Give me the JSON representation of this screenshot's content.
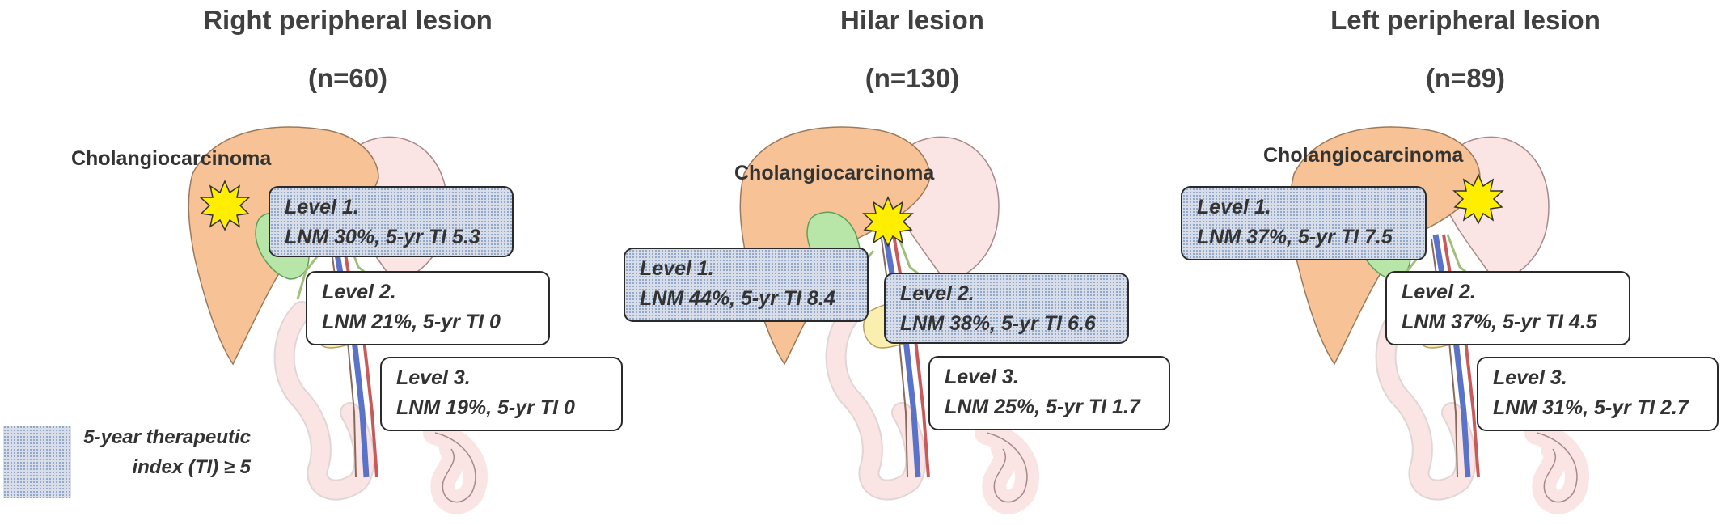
{
  "panels": [
    {
      "title": "Right peripheral lesion",
      "count": "(n=60)",
      "tumor_label": "Cholangiocarcinoma",
      "levels": [
        {
          "name": "Level 1.",
          "stats": "LNM 30%, 5-yr TI 5.3",
          "highlighted": true
        },
        {
          "name": "Level 2.",
          "stats": "LNM 21%, 5-yr TI 0",
          "highlighted": false
        },
        {
          "name": "Level 3.",
          "stats": "LNM 19%, 5-yr TI 0",
          "highlighted": false
        }
      ]
    },
    {
      "title": "Hilar lesion",
      "count": "(n=130)",
      "tumor_label": "Cholangiocarcinoma",
      "levels": [
        {
          "name": "Level 1.",
          "stats": "LNM 44%, 5-yr TI 8.4",
          "highlighted": true
        },
        {
          "name": "Level 2.",
          "stats": "LNM 38%, 5-yr TI 6.6",
          "highlighted": true
        },
        {
          "name": "Level 3.",
          "stats": "LNM 25%, 5-yr TI 1.7",
          "highlighted": false
        }
      ]
    },
    {
      "title": "Left peripheral lesion",
      "count": "(n=89)",
      "tumor_label": "Cholangiocarcinoma",
      "levels": [
        {
          "name": "Level 1.",
          "stats": "LNM 37%, 5-yr TI 7.5",
          "highlighted": true
        },
        {
          "name": "Level 2.",
          "stats": "LNM 37%, 5-yr TI 4.5",
          "highlighted": false
        },
        {
          "name": "Level 3.",
          "stats": "LNM 31%, 5-yr TI 2.7",
          "highlighted": false
        }
      ]
    }
  ],
  "legend": {
    "line1": "5-year therapeutic",
    "line2": "index (TI) ≥ 5"
  },
  "colors": {
    "liver": "#f7c396",
    "liver_stroke": "#9a7a5a",
    "gallbladder": "#b8e6a8",
    "intestine": "#fbe4e4",
    "intestine_stroke": "#a88888",
    "pancreas": "#fbefb0",
    "tumor": "#ffee00",
    "highlight": "#d7deea",
    "box_border": "#2a2a2a"
  }
}
